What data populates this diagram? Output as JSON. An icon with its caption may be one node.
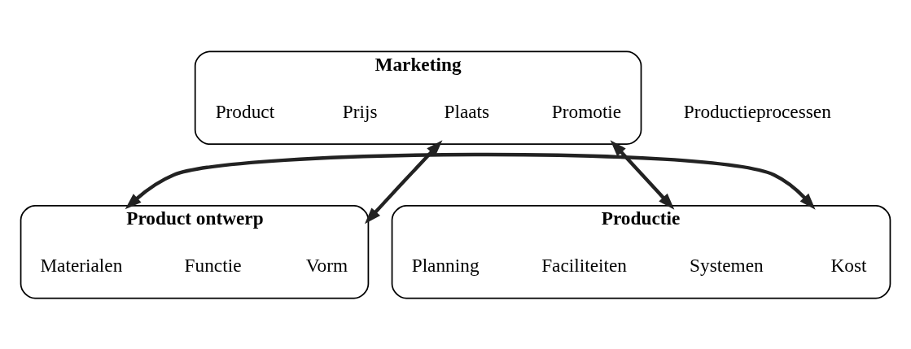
{
  "diagram": {
    "nodes": [
      {
        "text": [
          "Marketing"
        ]
      },
      {
        "text": [
          "Plaats"
        ],
        "in": 0
      },
      {
        "text": [
          "Promotie"
        ],
        "in": 0
      },
      {
        "text": [
          "Prijs"
        ],
        "in": 0
      },
      {
        "text": [
          "Product"
        ],
        "in": 0
      },
      {
        "text": [
          "Product ontwerp"
        ]
      },
      {
        "text": [
          "Vorm"
        ],
        "in": 5
      },
      {
        "text": [
          "Functie"
        ],
        "in": 5
      },
      {
        "text": [
          "Materialen"
        ],
        "in": 5
      },
      {
        "text": [
          "Productieprocessen"
        ]
      },
      {
        "text": [
          "Productie"
        ]
      },
      {
        "text": [
          "Kost"
        ],
        "in": 10
      },
      {
        "text": [
          "Systemen"
        ],
        "in": 10
      },
      {
        "text": [
          "Faciliteiten"
        ],
        "in": 10
      },
      {
        "text": [
          "Planning"
        ],
        "in": 10
      }
    ],
    "edges": [
      {
        "from": 0,
        "to": 5,
        "arrow": "both"
      },
      {
        "from": 0,
        "to": 10,
        "arrow": "both"
      },
      {
        "from": 5,
        "to": 10,
        "arrow": "both"
      }
    ]
  }
}
